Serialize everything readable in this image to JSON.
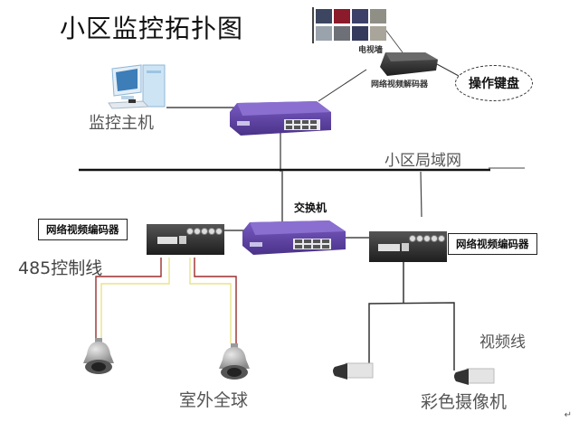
{
  "title": "小区监控拓扑图",
  "nodes": {
    "monitor_host": {
      "label": "监控主机",
      "icon": "desktop-computer-icon"
    },
    "tv_wall": {
      "label": "电视墙",
      "icon": "tv-wall-icon",
      "screens": 8
    },
    "decoder": {
      "label": "网络视频解码器",
      "icon": "decoder-box-icon"
    },
    "keyboard": {
      "label": "操作键盘"
    },
    "lan": {
      "label": "小区局域网"
    },
    "switch_top": {
      "icon": "network-switch-icon"
    },
    "switch_center": {
      "label": "交换机",
      "icon": "network-switch-icon"
    },
    "encoder_left": {
      "label": "网络视频编码器",
      "icon": "encoder-box-icon"
    },
    "encoder_right": {
      "label": "网络视频编码器",
      "icon": "encoder-box-icon"
    },
    "control_line": {
      "label": "485控制线"
    },
    "dome_cameras": {
      "label": "室外全球",
      "count": 2,
      "icon": "dome-camera-icon"
    },
    "video_line": {
      "label": "视频线"
    },
    "box_cameras": {
      "label": "彩色摄像机",
      "count": 2,
      "icon": "box-camera-icon"
    }
  },
  "edges": [
    {
      "from": "monitor_host",
      "to": "switch_top"
    },
    {
      "from": "switch_top",
      "to": "decoder"
    },
    {
      "from": "tv_wall",
      "to": "decoder"
    },
    {
      "from": "decoder",
      "to": "keyboard"
    },
    {
      "from": "switch_top",
      "to": "lan"
    },
    {
      "from": "lan",
      "to": "switch_center"
    },
    {
      "from": "lan",
      "to": "encoder_right"
    },
    {
      "from": "encoder_left",
      "to": "switch_center"
    },
    {
      "from": "switch_center",
      "to": "encoder_right"
    },
    {
      "from": "encoder_left",
      "to": "dome_cameras",
      "type": "485-control"
    },
    {
      "from": "encoder_right",
      "to": "box_cameras",
      "type": "video"
    }
  ],
  "colors": {
    "switch": "#5b3fa0",
    "control_wire_red": "#9b2d2d",
    "control_wire_yellow": "#e8e38a",
    "line": "#222222"
  },
  "corner_mark": "↵"
}
